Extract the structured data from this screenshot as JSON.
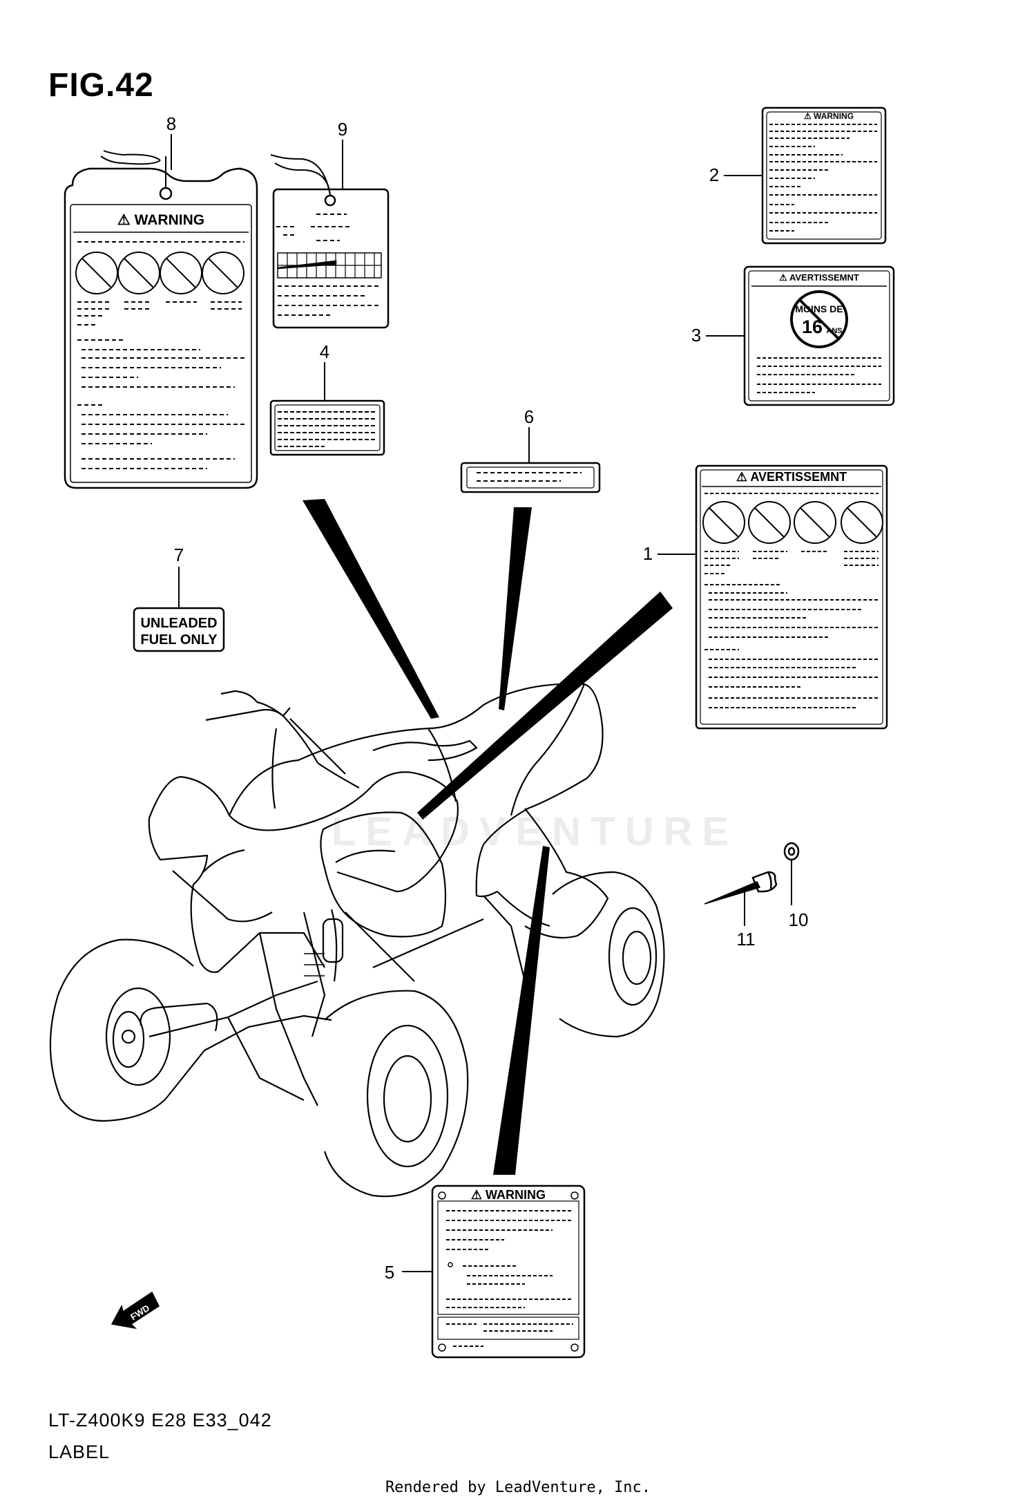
{
  "figure": {
    "title": "FIG.42",
    "model_code": "LT-Z400K9 E28 E33_042",
    "section": "LABEL",
    "rendered_by": "Rendered by LeadVenture, Inc.",
    "watermark": "LEADVENTURE"
  },
  "callouts": [
    "1",
    "2",
    "3",
    "4",
    "5",
    "6",
    "7",
    "8",
    "9",
    "10",
    "11"
  ],
  "labels": {
    "warning_tag_8": "⚠ WARNING",
    "small_warning_2": "⚠ WARNING",
    "avert_3_title": "⚠ AVERTISSEMNT",
    "avert_3_moins": "MOINS DE",
    "avert_3_age": "16",
    "avert_3_ans": "ANS",
    "avert_1_title": "⚠ AVERTISSEMNT",
    "unleaded_line1": "UNLEADED",
    "unleaded_line2": "FUEL ONLY",
    "warning_5": "⚠ WARNING",
    "fwd": "FWD"
  },
  "colors": {
    "line": "#000000",
    "background": "#ffffff",
    "watermark": "#ececec"
  }
}
